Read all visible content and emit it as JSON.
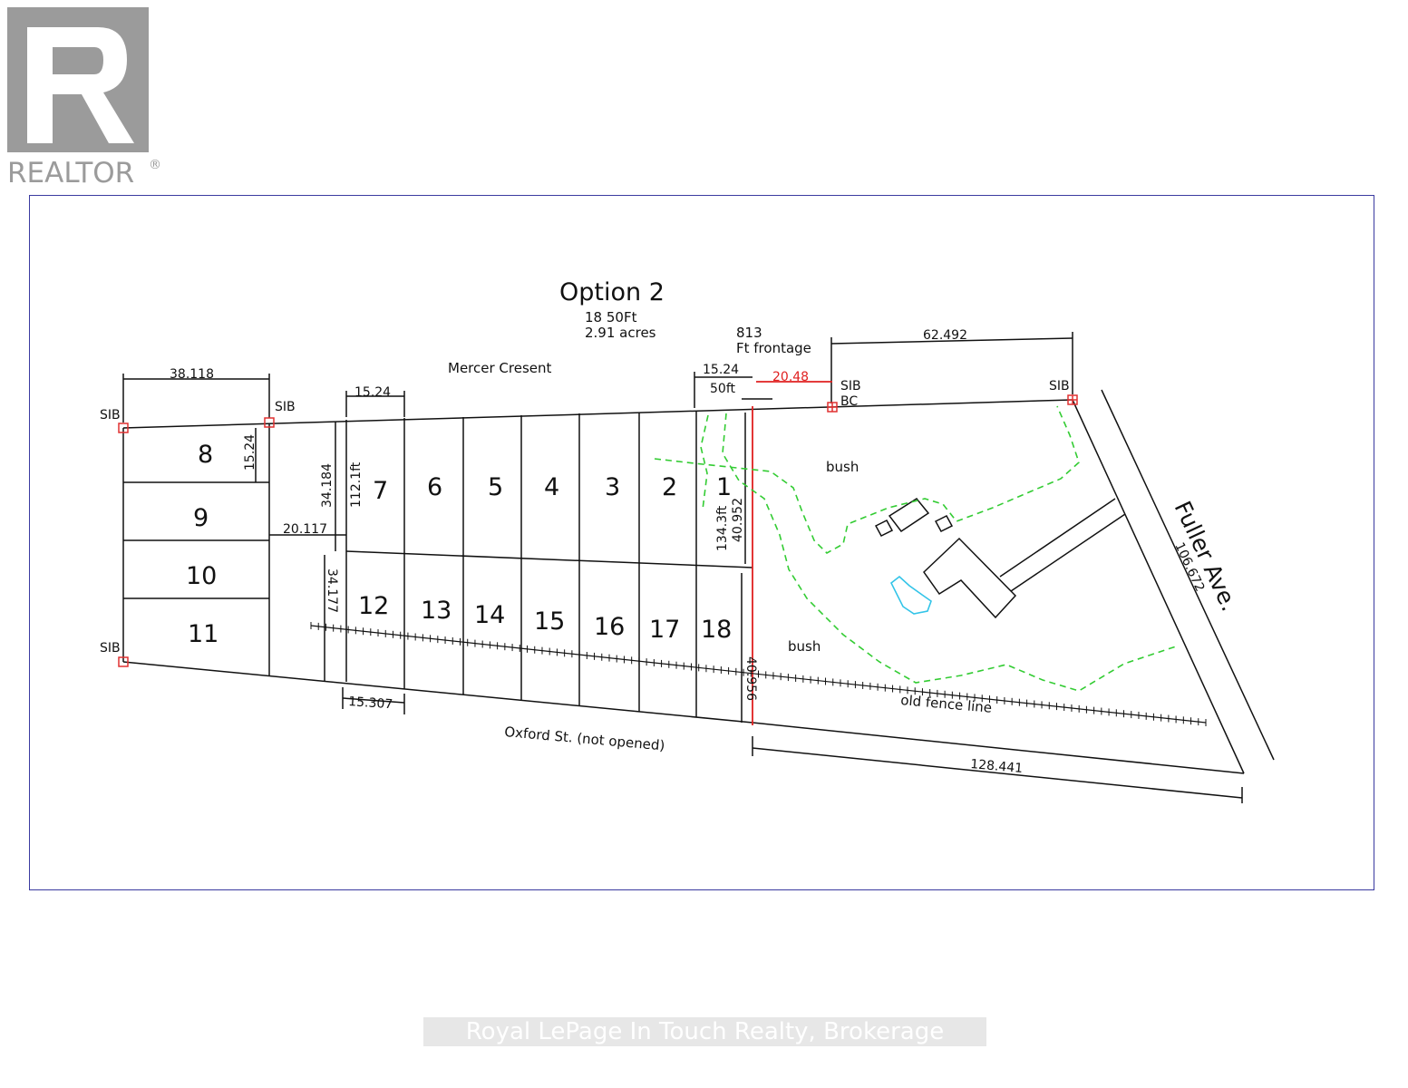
{
  "logo": {
    "wordmark": "REALTOR",
    "registered": "®",
    "color": "#9b9b9b"
  },
  "plan": {
    "title": "Option 2",
    "summary_line1": "18 50Ft",
    "summary_line2": "2.91 acres",
    "frontage_line1": "813",
    "frontage_line2": "Ft frontage",
    "street_top": "Mercer Cresent",
    "street_bottom": "Oxford St. (not opened)",
    "street_right": "Fuller Ave.",
    "bush_label": "bush",
    "fence_label": "old fence line",
    "sib_label": "SIB",
    "bc_label": "BC",
    "lots": {
      "l1": "1",
      "l2": "2",
      "l3": "3",
      "l4": "4",
      "l5": "5",
      "l6": "6",
      "l7": "7",
      "l8": "8",
      "l9": "9",
      "l10": "10",
      "l11": "11",
      "l12": "12",
      "l13": "13",
      "l14": "14",
      "l15": "15",
      "l16": "16",
      "l17": "17",
      "l18": "18"
    },
    "dims": {
      "d38_118": "38.118",
      "d15_24_top_left": "15.24",
      "d15_24_lot8": "15.24",
      "d15_24_right": "15.24",
      "d50ft": "50ft",
      "d20_48": "20.48",
      "d62_492": "62.492",
      "d34_184": "34.184",
      "d112_1ft": "112.1ft",
      "d20_117": "20.117",
      "d34_177": "34.177",
      "d15_307": "15.307",
      "d134_3ft": "134.3ft",
      "d40_952": "40.952",
      "d40_956": "40.956",
      "d106_672": "106.672",
      "d128_441": "128.441"
    },
    "colors": {
      "line": "#111111",
      "marker": "#e03030",
      "highlight": "#e02020",
      "bush": "#33cc33",
      "pond": "#33c4e8",
      "frame": "#3a3aa0"
    }
  },
  "watermark": {
    "text": "Royal LePage In Touch Realty, Brokerage"
  }
}
